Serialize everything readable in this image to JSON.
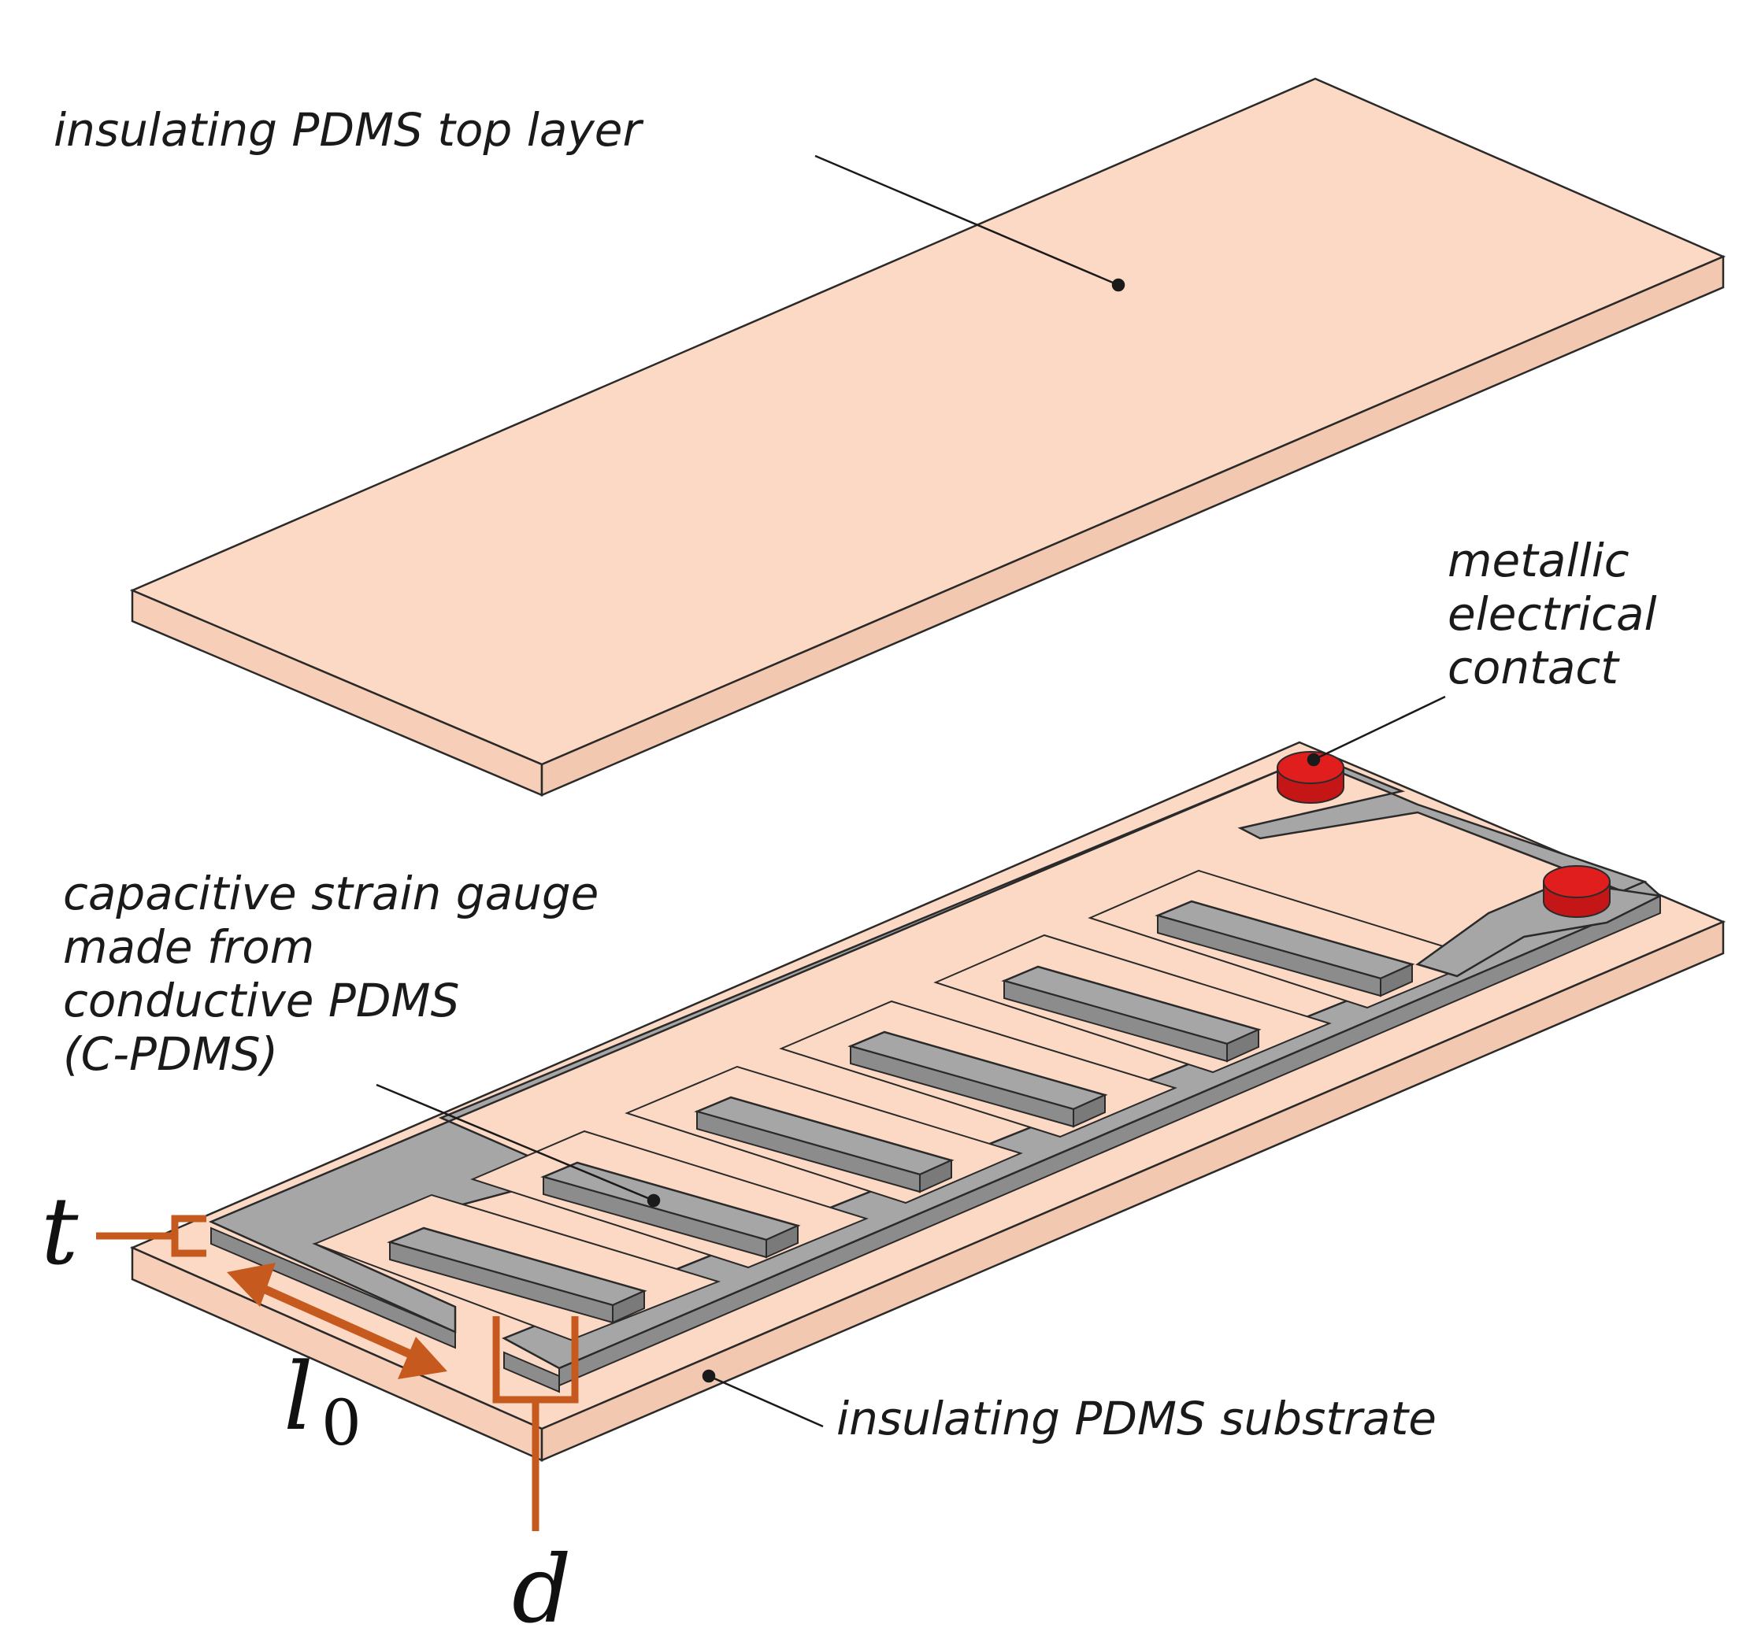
{
  "labels": {
    "top_layer": "insulating PDMS top layer",
    "contact_line1": "metallic",
    "contact_line2": "electrical",
    "contact_line3": "contact",
    "gauge_line1": "capacitive strain gauge",
    "gauge_line2": "made from",
    "gauge_line3": "conductive PDMS",
    "gauge_line4": "(C-PDMS)",
    "substrate": "insulating PDMS substrate"
  },
  "symbols": {
    "thickness": "t",
    "length": "l",
    "length_subscript": "0",
    "gap": "d"
  },
  "colors": {
    "pdms_top": "#fcd9c5",
    "pdms_side": "#f5cdb7",
    "conductive_pdms": "#a6a6a6",
    "conductive_pdms_side": "#8c8c8c",
    "contact": "#e01e1e",
    "dimension": "#c65a1e"
  }
}
